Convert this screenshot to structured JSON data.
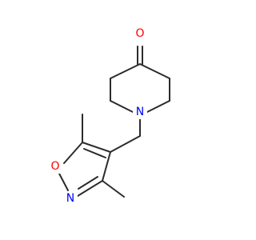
{
  "molecule": {
    "atoms": {
      "O_carbonyl": {
        "label": "O",
        "color": "#ff0000"
      },
      "N_piperidine": {
        "label": "N",
        "color": "#0000ff"
      },
      "O_ring": {
        "label": "O",
        "color": "#ff0000"
      },
      "N_ring": {
        "label": "N",
        "color": "#0000ff"
      }
    },
    "bond_color": "#2b2b2b"
  }
}
